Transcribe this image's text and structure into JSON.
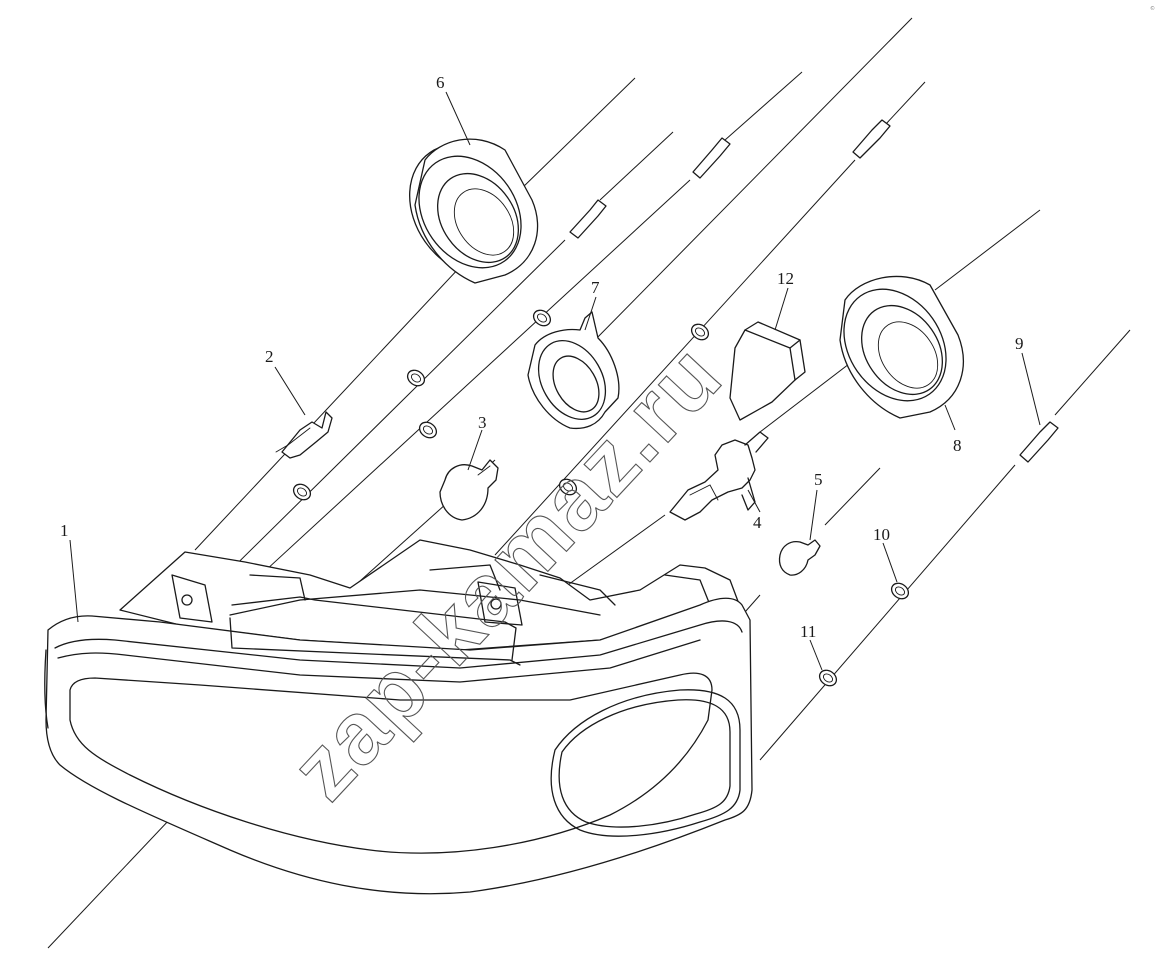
{
  "diagram": {
    "watermark": "zap-kamaz.ru",
    "corner_mark": "©",
    "callouts": [
      {
        "id": "callout-1",
        "label": "1"
      },
      {
        "id": "callout-2",
        "label": "2"
      },
      {
        "id": "callout-3",
        "label": "3"
      },
      {
        "id": "callout-4",
        "label": "4"
      },
      {
        "id": "callout-5",
        "label": "5"
      },
      {
        "id": "callout-6",
        "label": "6"
      },
      {
        "id": "callout-7",
        "label": "7"
      },
      {
        "id": "callout-8",
        "label": "8"
      },
      {
        "id": "callout-9",
        "label": "9"
      },
      {
        "id": "callout-10",
        "label": "10"
      },
      {
        "id": "callout-11",
        "label": "11"
      },
      {
        "id": "callout-12",
        "label": "12"
      }
    ]
  }
}
